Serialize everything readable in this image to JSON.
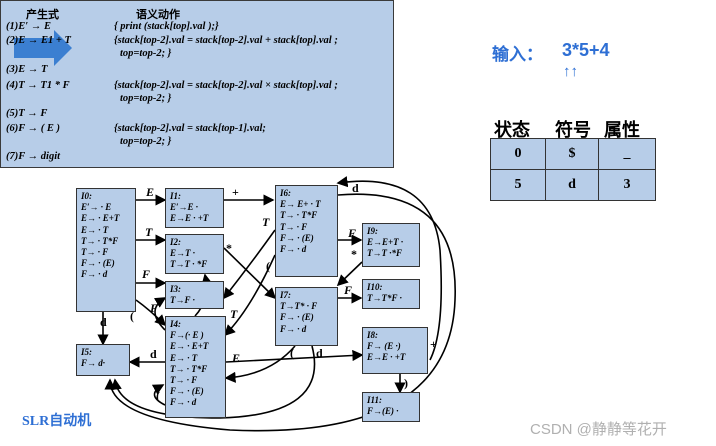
{
  "productions": {
    "header_prod": "产生式",
    "header_action": "语义动作",
    "rows": [
      {
        "prod": "(1)E′ → E",
        "action": "{ print (stack[top].val );}",
        "action2": ""
      },
      {
        "prod": "(2)E → E1 + T",
        "action": "{stack[top-2].val = stack[top-2].val + stack[top].val ;",
        "action2": "top=top-2; }"
      },
      {
        "prod": "(3)E → T",
        "action": "",
        "action2": ""
      },
      {
        "prod": "(4)T → T1 * F",
        "action": "{stack[top-2].val = stack[top-2].val × stack[top].val ;",
        "action2": "top=top-2; }"
      },
      {
        "prod": "(5)T → F",
        "action": "",
        "action2": ""
      },
      {
        "prod": "(6)F → ( E )",
        "action": "{stack[top-2].val = stack[top-1].val;",
        "action2": "top=top-2; }"
      },
      {
        "prod": "(7)F → digit",
        "action": "",
        "action2": ""
      }
    ]
  },
  "input": {
    "label": "输入：",
    "value": "3*5+4",
    "pointer": "↑↑"
  },
  "parse_table": {
    "headers": [
      "状态",
      "符号",
      "属性"
    ],
    "rows": [
      [
        "0",
        "$",
        "_"
      ],
      [
        "5",
        "d",
        "3"
      ]
    ]
  },
  "states": [
    {
      "id": "I0",
      "items": [
        "I0:",
        "E′→ · E",
        "E→ · E+T",
        "E→ · T",
        "T→ · T*F",
        "T→ · F",
        "F→ · (E)",
        "F→ · d"
      ]
    },
    {
      "id": "I1",
      "items": [
        "I1:",
        "E′→E ·",
        "E→E · +T"
      ]
    },
    {
      "id": "I2",
      "items": [
        "I2:",
        "E→T ·",
        "T→T · *F"
      ]
    },
    {
      "id": "I3",
      "items": [
        "I3:",
        "T→F ·"
      ]
    },
    {
      "id": "I4",
      "items": [
        "I4:",
        "F→(· E )",
        "E→ · E+T",
        "E→ · T",
        "T→ · T*F",
        "T→ · F",
        "F→ · (E)",
        "F→ · d"
      ]
    },
    {
      "id": "I5",
      "items": [
        "I5:",
        "F→ d·"
      ]
    },
    {
      "id": "I6",
      "items": [
        "I6:",
        "E→ E+ · T",
        "T→ · T*F",
        "T→ · F",
        "F→ · (E)",
        "F→ · d"
      ]
    },
    {
      "id": "I7",
      "items": [
        "I7:",
        "T→T* · F",
        "F→ · (E)",
        "F→ · d"
      ]
    },
    {
      "id": "I8",
      "items": [
        "I8:",
        "F→ (E ·)",
        "E→E · +T"
      ]
    },
    {
      "id": "I9",
      "items": [
        "I9:",
        "E→E+T ·",
        "T→T ·*F"
      ]
    },
    {
      "id": "I10",
      "items": [
        "I10:",
        "T→T*F ·"
      ]
    },
    {
      "id": "I11",
      "items": [
        "I11:",
        "F→(E) ·"
      ]
    }
  ],
  "edge_labels": [
    "E",
    "+",
    "T",
    "F",
    "*",
    "d",
    "(",
    "E",
    "d",
    "T",
    "F",
    "(",
    "T",
    "F",
    "(",
    "d",
    "F",
    "*",
    "(",
    "d",
    "d",
    ")",
    "+"
  ],
  "caption": "SLR自动机",
  "watermark": "CSDN @静静等花开",
  "colors": {
    "box_fill": "#b7cde8",
    "arrow": "#3b7fd1",
    "caption": "#2e6fd4",
    "input": "#2e6fd4"
  }
}
